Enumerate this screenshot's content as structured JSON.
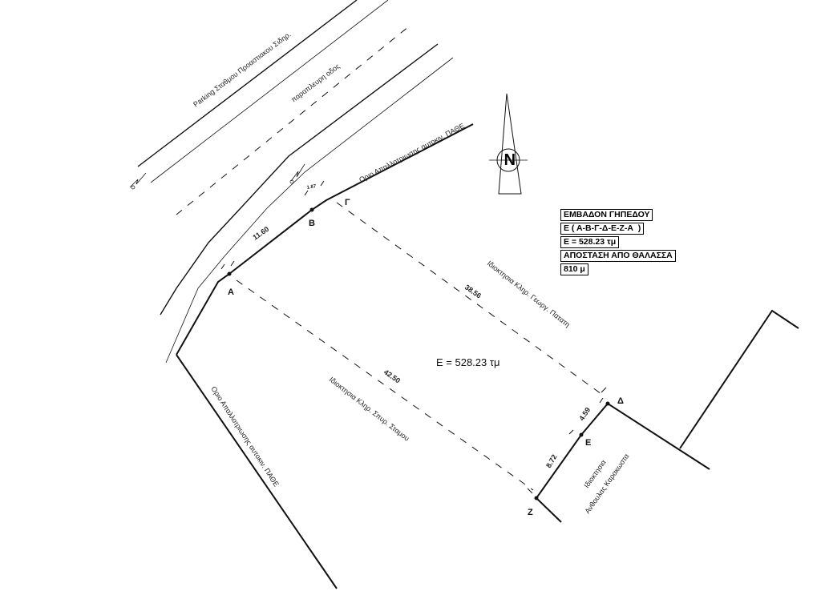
{
  "legend": {
    "rows": [
      "ΕΜΒΑΔΟΝ ΓΗΠΕΔΟΥ",
      "Ε ( Α-Β-Γ-Δ-Ε-Ζ-Α  )",
      "Ε = 528.23 τμ",
      "ΑΠΟΣΤΑΣΗ ΑΠΟ ΘΑΛΑΣΣΑ",
      "810 μ"
    ]
  },
  "labels": {
    "parking": "Parking Σταθμου Προαστιακου Σιδηρ.",
    "side_road": "παραπλευρη οδος",
    "boundary_top": "Οριο Απαλλοτριωσης αυτοκιν. ΠΑΘΕ",
    "boundary_left": "Οριο Απαλλοτριωσης αυτοκιν. ΠΑΘΕ",
    "owner_patati": "Ιδιοκτησια Κληρ. Γεωργ. Πατατη",
    "owner_stamou": "Ιδιοκτησια Κληρ. Σπυρ. Σταμου",
    "owner_bottom_1": "Ιδιοκτησια",
    "owner_bottom_2": "Ανθουλας Καρακωστα",
    "area": "Ε = 528.23 τμ"
  },
  "points": {
    "A": "Α",
    "B": "Β",
    "G": "Γ",
    "D": "Δ",
    "E": "Ε",
    "Z": "Ζ"
  },
  "dimensions": {
    "ab": "11.60",
    "bg": "1.87",
    "gd": "38.56",
    "az": "42.50",
    "de": "4.59",
    "ez": "8.72"
  }
}
